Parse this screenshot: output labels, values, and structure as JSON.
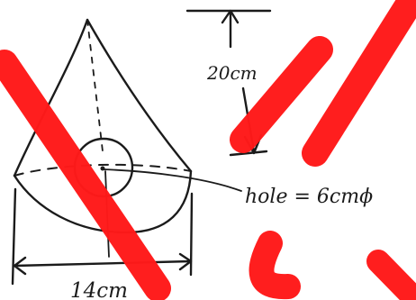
{
  "labels": {
    "height": "20cm",
    "hole": "hole = 6cmϕ",
    "base": "14cm"
  },
  "colors": {
    "ink": "#1b1b1b",
    "watermark": "#ff1a1a",
    "paper": "#ffffff"
  }
}
